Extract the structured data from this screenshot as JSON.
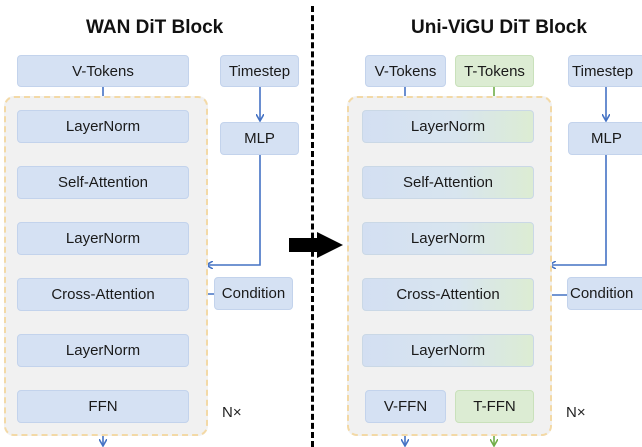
{
  "left": {
    "title": "WAN DiT Block",
    "v_tokens": "V-Tokens",
    "timestep": "Timestep",
    "mlp": "MLP",
    "layernorm_1": "LayerNorm",
    "self_attention": "Self-Attention",
    "layernorm_2": "LayerNorm",
    "cross_attention": "Cross-Attention",
    "condition": "Condition",
    "layernorm_3": "LayerNorm",
    "ffn": "FFN",
    "repeat": "N×"
  },
  "right": {
    "title": "Uni-ViGU DiT Block",
    "v_tokens": "V-Tokens",
    "t_tokens": "T-Tokens",
    "timestep": "Timestep",
    "mlp": "MLP",
    "layernorm_1": "LayerNorm",
    "self_attention": "Self-Attention",
    "layernorm_2": "LayerNorm",
    "cross_attention": "Cross-Attention",
    "condition": "Condition",
    "layernorm_3": "LayerNorm",
    "v_ffn": "V-FFN",
    "t_ffn": "T-FFN",
    "repeat": "N×"
  },
  "colors": {
    "blue_box": "#d5e1f3",
    "green_box": "#dcecd3",
    "blue_arrow": "#4472c4",
    "green_arrow": "#70ad47",
    "dashed_region": "#f3d9a6",
    "divider": "#000000"
  }
}
